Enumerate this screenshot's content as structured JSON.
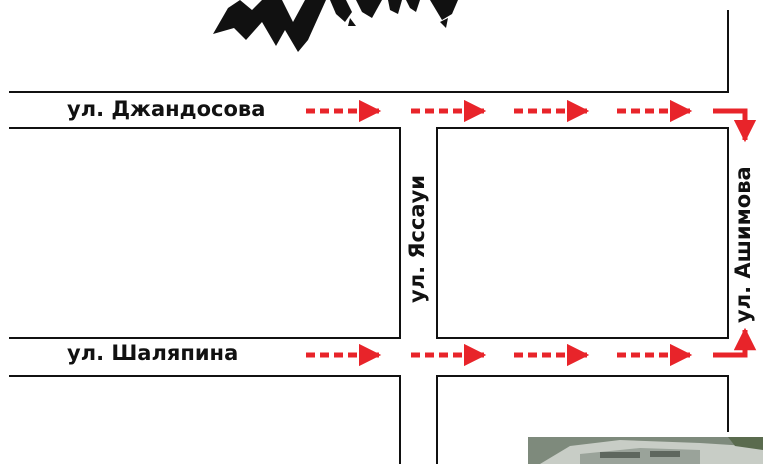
{
  "streets": {
    "dzhandosova": "ул. Джандосова",
    "shalyapina": "ул. Шаляпина",
    "yassaui": "ул. Яссауи",
    "ashimova": "ул. Ашимова"
  },
  "colors": {
    "route": "#e8242a",
    "block_outline": "#111111",
    "mountain": "#111111",
    "photo": "#7e8a7c"
  },
  "icons": {
    "landmark": "mountain-illustration",
    "photo": "building-photo-thumbnail"
  }
}
